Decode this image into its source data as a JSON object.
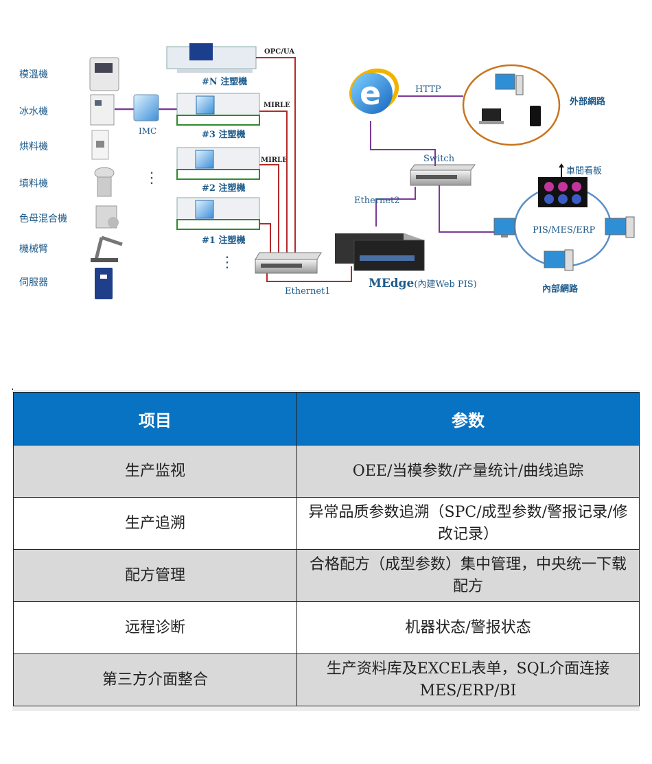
{
  "diagram": {
    "peripherals": [
      "模溫機",
      "冰水機",
      "烘料機",
      "填料機",
      "色母混合機",
      "機械臂",
      "伺服器"
    ],
    "imc_label": "IMC",
    "machines": [
      {
        "label": "#N 注塑機",
        "protocol": "OPC/UA"
      },
      {
        "label": "#3 注塑機",
        "protocol": "MIRLE"
      },
      {
        "label": "#2 注塑機",
        "protocol": "MIRLE"
      },
      {
        "label": "#1 注塑機",
        "protocol": ""
      }
    ],
    "ethernet1": "Ethernet1",
    "ethernet2": "Ethernet2",
    "switch": "Switch",
    "http": "HTTP",
    "medge_main": "MEdge",
    "medge_sub": "(內建Web PIS)",
    "external_network": "外部網路",
    "workshop_board": "車間看板",
    "pis_mes_erp": "PIS/MES/ERP",
    "internal_network": "內部網路",
    "colors": {
      "red_line": "#b52a2a",
      "purple_line": "#7b3a96",
      "orange_ring": "#c8741e",
      "blue_ring": "#5b8fc6",
      "label_blue": "#1d5a8a"
    }
  },
  "table": {
    "headers": [
      "项目",
      "参数"
    ],
    "rows": [
      {
        "item": "生产监视",
        "param": "OEE/当模参数/产量统计/曲线追踪"
      },
      {
        "item": "生产追溯",
        "param": "异常品质参数追溯（SPC/成型参数/警报记录/修改记录）"
      },
      {
        "item": "配方管理",
        "param": "合格配方（成型参数）集中管理，中央统一下载配方"
      },
      {
        "item": "远程诊断",
        "param": "机器状态/警报状态"
      },
      {
        "item": "第三方介面整合",
        "param": "生产资料库及EXCEL表单，SQL介面连接MES/ERP/BI"
      }
    ],
    "header_color": "#0872c3"
  }
}
